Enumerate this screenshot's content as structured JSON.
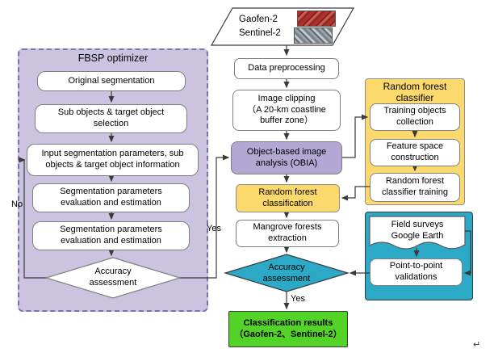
{
  "source": {
    "text": "Gaofen-2\nSentinel-2",
    "thumbnails": [
      "gaofen-2-thumbnail",
      "sentinel-2-thumbnail"
    ]
  },
  "center": {
    "preprocessing": "Data preprocessing",
    "clipping": "Image clipping\n（A 20-km coastline\nbuffer zone）",
    "obia": "Object-based image\nanalysis (OBIA)",
    "rf_classification": "Random forest\nclassification",
    "mangrove": "Mangrove forests\nextraction",
    "accuracy": "Accuracy\nassessment",
    "result": "Classification results\n（Gaofen-2、Sentinel-2）"
  },
  "fbsp": {
    "title": "FBSP optimizer",
    "box1": "Original segmentation",
    "box2": "Sub objects & target object\nselection",
    "box3": "Input segmentation parameters, sub\nobjects & target object information",
    "box4": "Segmentation parameters\nevaluation and estimation",
    "box5": "Segmentation parameters\nevaluation and estimation",
    "diamond": "Accuracy\nassessment"
  },
  "rf": {
    "title": "Random forest\nclassifier",
    "box1": "Training objects\ncollection",
    "box2": "Feature space\nconstruction",
    "box3": "Random forest\nclassifier training"
  },
  "validation": {
    "box1": "Field surveys\nGoogle Earth",
    "box2": "Point-to-point\nvalidations"
  },
  "labels": {
    "yes_left": "Yes",
    "no": "No",
    "yes_bottom": "Yes",
    "return_mark": "↵"
  },
  "colors": {
    "fbsp_panel": "#cbc3e0",
    "fbsp_border": "#7b6fae",
    "obia_fill": "#b2a8d3",
    "yellow_fill": "#fcd96c",
    "teal_fill": "#2ba9c6",
    "green_fill": "#53d327",
    "arrow": "#3a3a3a"
  }
}
